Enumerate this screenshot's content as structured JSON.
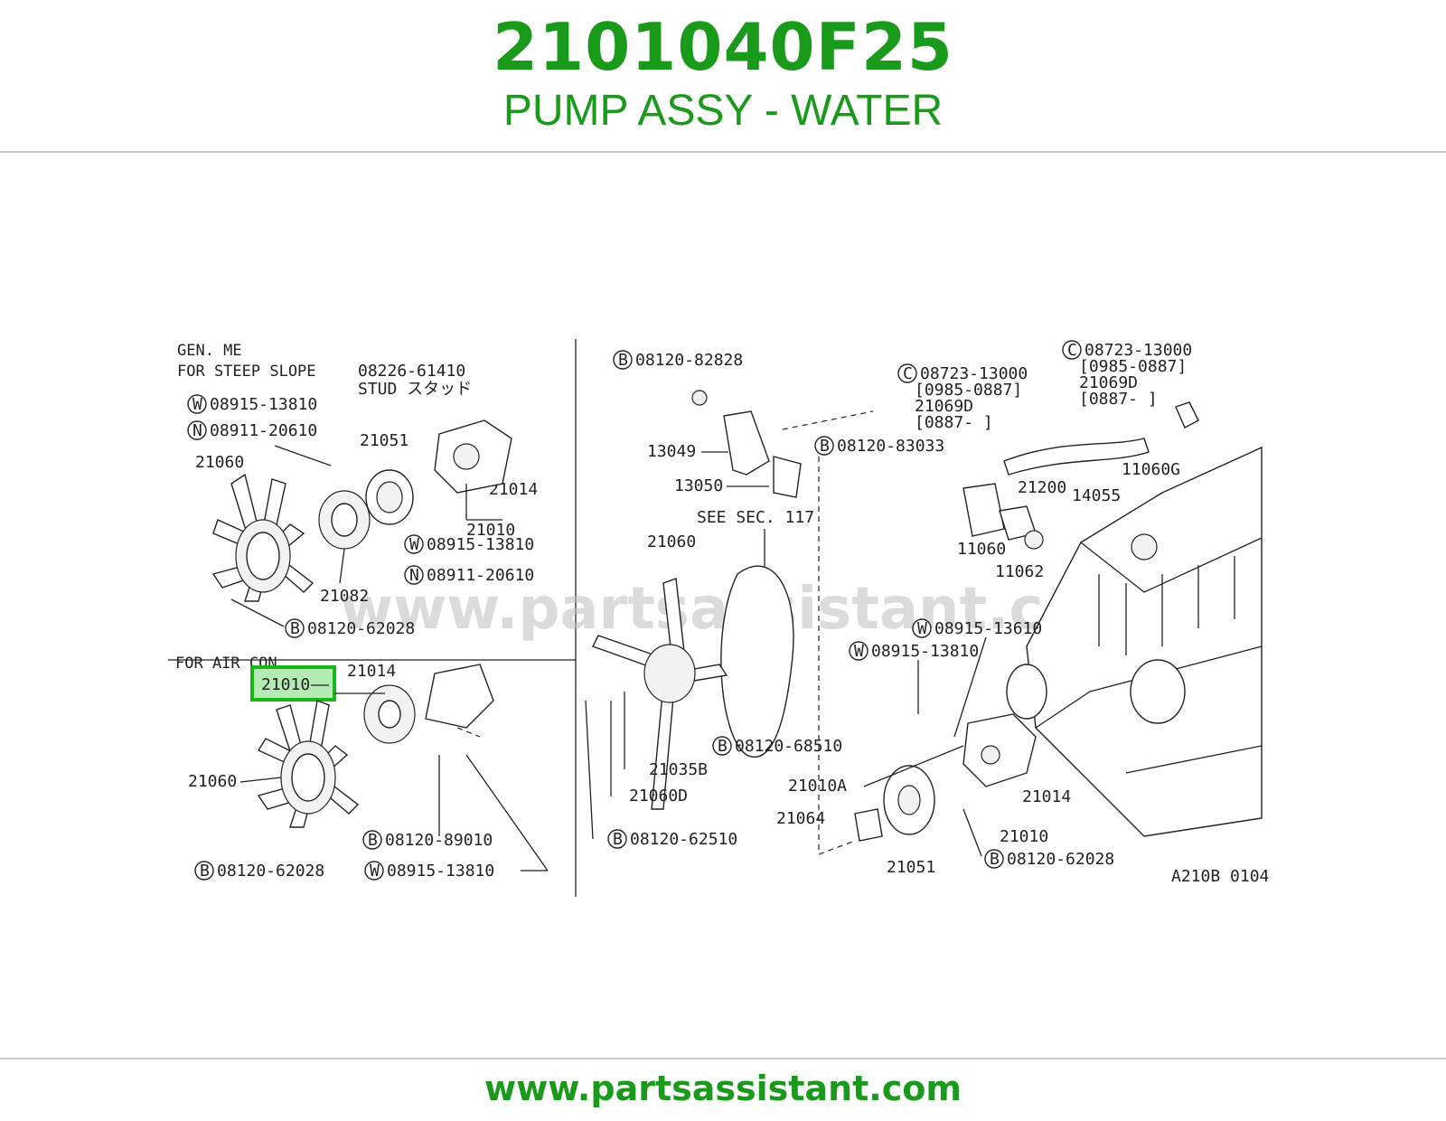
{
  "header": {
    "part_number": "2101040F25",
    "part_name": "PUMP ASSY - WATER"
  },
  "footer": {
    "url": "www.partsassistant.com"
  },
  "diagram": {
    "watermark": "www.partsassistant.com",
    "code": "A210B 0104",
    "highlight_color": "#17b817",
    "brand_color": "#1a9a1a",
    "highlighted_part": "21010",
    "top_left": {
      "heading_1": "GEN. ME",
      "heading_2": "FOR STEEP SLOPE",
      "stud_part": "08226-61410",
      "stud_label": "STUD スタッド",
      "labels": {
        "w_08915_13810_a": "08915-13810",
        "n_08911_20610_a": "08911-20610",
        "p21060": "21060",
        "p21051": "21051",
        "p21014": "21014",
        "p21010": "21010",
        "w_08915_13810_b": "08915-13810",
        "n_08911_20610_b": "08911-20610",
        "p21082": "21082",
        "b_08120_62028": "08120-62028"
      }
    },
    "bottom_left": {
      "heading": "FOR AIR CON",
      "labels": {
        "p21010": "21010",
        "p21014": "21014",
        "p21060": "21060",
        "b_08120_89010": "08120-89010",
        "b_08120_62028": "08120-62028",
        "w_08915_13810": "08915-13810"
      }
    },
    "right": {
      "labels": {
        "b_08120_82828": "08120-82828",
        "p13049": "13049",
        "p13050": "13050",
        "b_08120_83033": "08120-83033",
        "see_sec": "SEE SEC. 117",
        "p21060": "21060",
        "c_08723_13000_a": "08723-13000",
        "range_a1": "[0985-0887]",
        "p21069d_a": "21069D",
        "range_a2": "[0887-      ]",
        "c_08723_13000_b": "08723-13000",
        "range_b1": "[0985-0887]",
        "p21069d_b": "21069D",
        "range_b2": "[0887-      ]",
        "p11060g": "11060G",
        "p14055": "14055",
        "p21200": "21200",
        "p11060": "11060",
        "p11062": "11062",
        "w_08915_13610": "08915-13610",
        "w_08915_13810": "08915-13810",
        "b_08120_68510": "08120-68510",
        "p21035b": "21035B",
        "p21060d": "21060D",
        "b_08120_62510": "08120-62510",
        "p21010a": "21010A",
        "p21064": "21064",
        "p21051": "21051",
        "p21014": "21014",
        "p21010": "21010",
        "b_08120_62028": "08120-62028"
      }
    },
    "markers": {
      "washer": "W",
      "nut": "N",
      "bolt": "B",
      "clamp": "C"
    }
  }
}
